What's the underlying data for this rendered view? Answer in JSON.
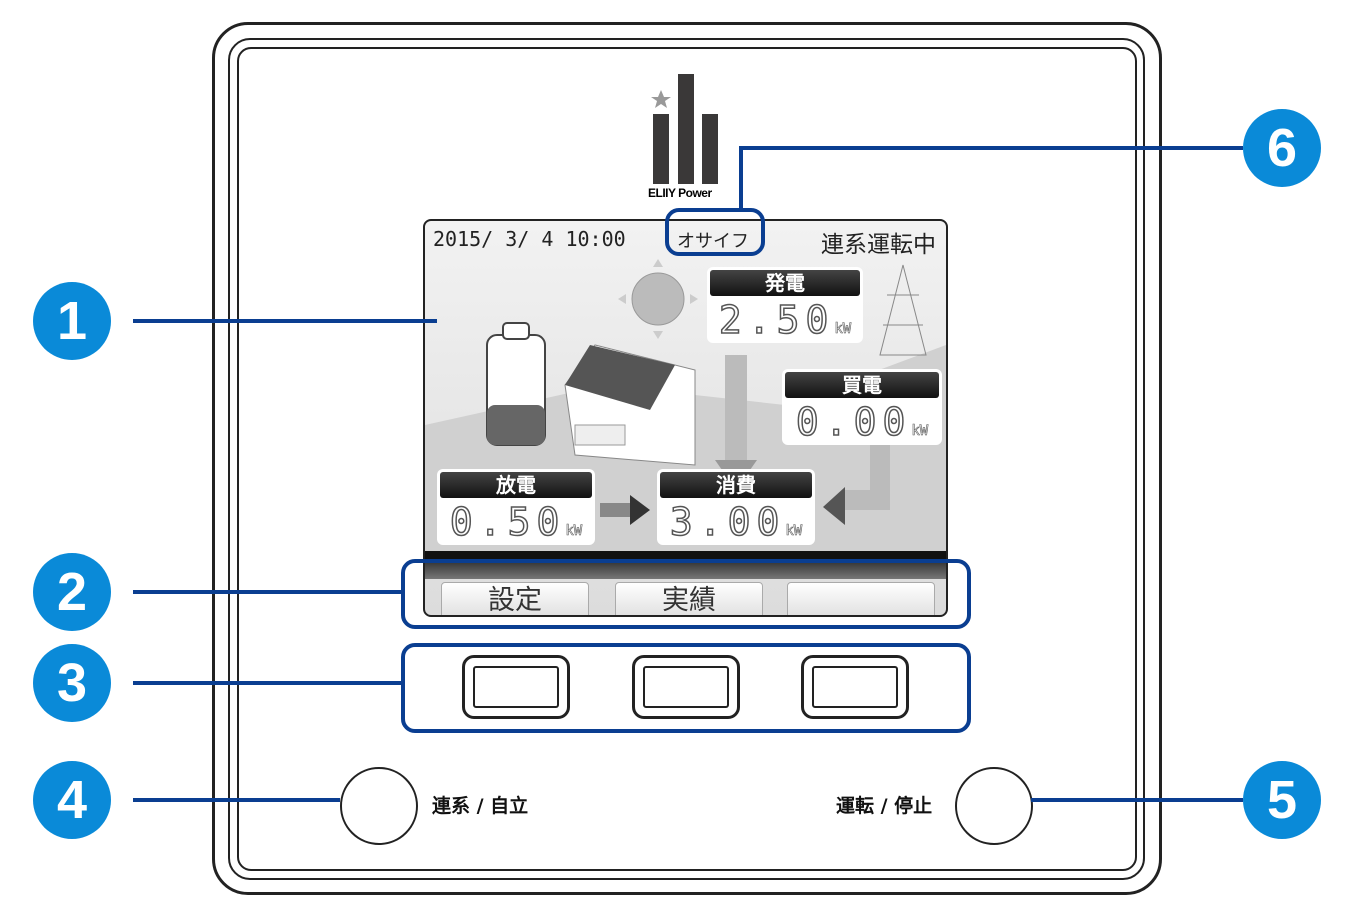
{
  "logo": {
    "text": "ELIIY Power"
  },
  "screen": {
    "datetime": "2015/ 3/ 4 10:00",
    "mode": "オサイフ",
    "status": "連系運転中",
    "generation": {
      "label": "発電",
      "value": "2.50",
      "unit": "kW"
    },
    "purchase": {
      "label": "買電",
      "value": "0.00",
      "unit": "kW"
    },
    "discharge": {
      "label": "放電",
      "value": "0.50",
      "unit": "kW"
    },
    "consumption": {
      "label": "消費",
      "value": "3.00",
      "unit": "kW"
    },
    "tabs": [
      {
        "label": "設定"
      },
      {
        "label": "実績"
      },
      {
        "label": ""
      }
    ]
  },
  "buttons": {
    "grid_label": "連系 / 自立",
    "run_label": "運転 / 停止"
  },
  "callouts": [
    "1",
    "2",
    "3",
    "4",
    "5",
    "6"
  ],
  "colors": {
    "callout": "#0a8ad8",
    "leader": "#0a3e91"
  }
}
